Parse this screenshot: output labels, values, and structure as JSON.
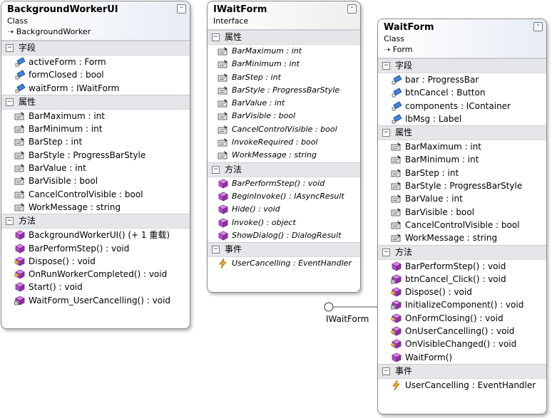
{
  "classes": [
    {
      "name": "BackgroundWorkerUI",
      "kind": "Class",
      "base": "BackgroundWorker",
      "sections": [
        {
          "title": "字段",
          "style": "normal",
          "members": [
            {
              "text": "activeForm : Form",
              "icon": "field-icon"
            },
            {
              "text": "formClosed : bool",
              "icon": "field-icon"
            },
            {
              "text": "waitForm : IWaitForm",
              "icon": "field-icon"
            }
          ]
        },
        {
          "title": "属性",
          "style": "normal",
          "members": [
            {
              "text": "BarMaximum : int",
              "icon": "property-icon"
            },
            {
              "text": "BarMinimum : int",
              "icon": "property-icon"
            },
            {
              "text": "BarStep : int",
              "icon": "property-icon"
            },
            {
              "text": "BarStyle : ProgressBarStyle",
              "icon": "property-icon"
            },
            {
              "text": "BarValue : int",
              "icon": "property-icon"
            },
            {
              "text": "BarVisible : bool",
              "icon": "property-icon"
            },
            {
              "text": "CancelControlVisible : bool",
              "icon": "property-icon"
            },
            {
              "text": "WorkMessage : string",
              "icon": "property-icon"
            }
          ]
        },
        {
          "title": "方法",
          "style": "normal",
          "members": [
            {
              "text": "BackgroundWorkerUI() (+ 1 重载)",
              "icon": "method-icon"
            },
            {
              "text": "BarPerformStep() : void",
              "icon": "method-icon"
            },
            {
              "text": "Dispose() : void",
              "icon": "protected-method-icon"
            },
            {
              "text": "OnRunWorkerCompleted() : void",
              "icon": "protected-method-icon"
            },
            {
              "text": "Start() : void",
              "icon": "method-icon"
            },
            {
              "text": "WaitForm_UserCancelling() : void",
              "icon": "private-method-icon"
            }
          ]
        }
      ]
    },
    {
      "name": "IWaitForm",
      "kind": "Interface",
      "base": "",
      "sections": [
        {
          "title": "属性",
          "style": "italic",
          "members": [
            {
              "text": "BarMaximum : int",
              "icon": "property-icon"
            },
            {
              "text": "BarMinimum : int",
              "icon": "property-icon"
            },
            {
              "text": "BarStep : int",
              "icon": "property-icon"
            },
            {
              "text": "BarStyle : ProgressBarStyle",
              "icon": "property-icon"
            },
            {
              "text": "BarValue : int",
              "icon": "property-icon"
            },
            {
              "text": "BarVisible : bool",
              "icon": "property-icon"
            },
            {
              "text": "CancelControlVisible : bool",
              "icon": "property-icon"
            },
            {
              "text": "InvokeRequired : bool",
              "icon": "property-icon"
            },
            {
              "text": "WorkMessage : string",
              "icon": "property-icon"
            }
          ]
        },
        {
          "title": "方法",
          "style": "italic",
          "members": [
            {
              "text": "BarPerformStep() : void",
              "icon": "method-icon"
            },
            {
              "text": "BeginInvoke() : IAsyncResult",
              "icon": "method-icon"
            },
            {
              "text": "Hide() : void",
              "icon": "method-icon"
            },
            {
              "text": "Invoke() : object",
              "icon": "method-icon"
            },
            {
              "text": "ShowDialog() : DialogResult",
              "icon": "method-icon"
            }
          ]
        },
        {
          "title": "事件",
          "style": "italic",
          "members": [
            {
              "text": "UserCancelling : EventHandler",
              "icon": "event-icon"
            }
          ]
        }
      ]
    },
    {
      "name": "WaitForm",
      "kind": "Class",
      "base": "Form",
      "sections": [
        {
          "title": "字段",
          "style": "normal",
          "members": [
            {
              "text": "bar : ProgressBar",
              "icon": "field-icon"
            },
            {
              "text": "btnCancel : Button",
              "icon": "field-icon"
            },
            {
              "text": "components : IContainer",
              "icon": "field-icon"
            },
            {
              "text": "lbMsg : Label",
              "icon": "field-icon"
            }
          ]
        },
        {
          "title": "属性",
          "style": "normal",
          "members": [
            {
              "text": "BarMaximum : int",
              "icon": "property-icon"
            },
            {
              "text": "BarMinimum : int",
              "icon": "property-icon"
            },
            {
              "text": "BarStep : int",
              "icon": "property-icon"
            },
            {
              "text": "BarStyle : ProgressBarStyle",
              "icon": "property-icon"
            },
            {
              "text": "BarValue : int",
              "icon": "property-icon"
            },
            {
              "text": "BarVisible : bool",
              "icon": "property-icon"
            },
            {
              "text": "CancelControlVisible : bool",
              "icon": "property-icon"
            },
            {
              "text": "WorkMessage : string",
              "icon": "property-icon"
            }
          ]
        },
        {
          "title": "方法",
          "style": "normal",
          "members": [
            {
              "text": "BarPerformStep() : void",
              "icon": "method-icon"
            },
            {
              "text": "btnCancel_Click() : void",
              "icon": "private-method-icon"
            },
            {
              "text": "Dispose() : void",
              "icon": "protected-method-icon"
            },
            {
              "text": "InitializeComponent() : void",
              "icon": "private-method-icon"
            },
            {
              "text": "OnFormClosing() : void",
              "icon": "protected-method-icon"
            },
            {
              "text": "OnUserCancelling() : void",
              "icon": "protected-method-icon"
            },
            {
              "text": "OnVisibleChanged() : void",
              "icon": "protected-method-icon"
            },
            {
              "text": "WaitForm()",
              "icon": "method-icon"
            }
          ]
        },
        {
          "title": "事件",
          "style": "normal",
          "members": [
            {
              "text": "UserCancelling : EventHandler",
              "icon": "event-icon"
            }
          ]
        }
      ]
    }
  ],
  "lollipop": {
    "label": "IWaitForm"
  },
  "colors": {
    "method": "#b04ec8",
    "field": "#2f6fc8",
    "event": "#e0a020"
  }
}
